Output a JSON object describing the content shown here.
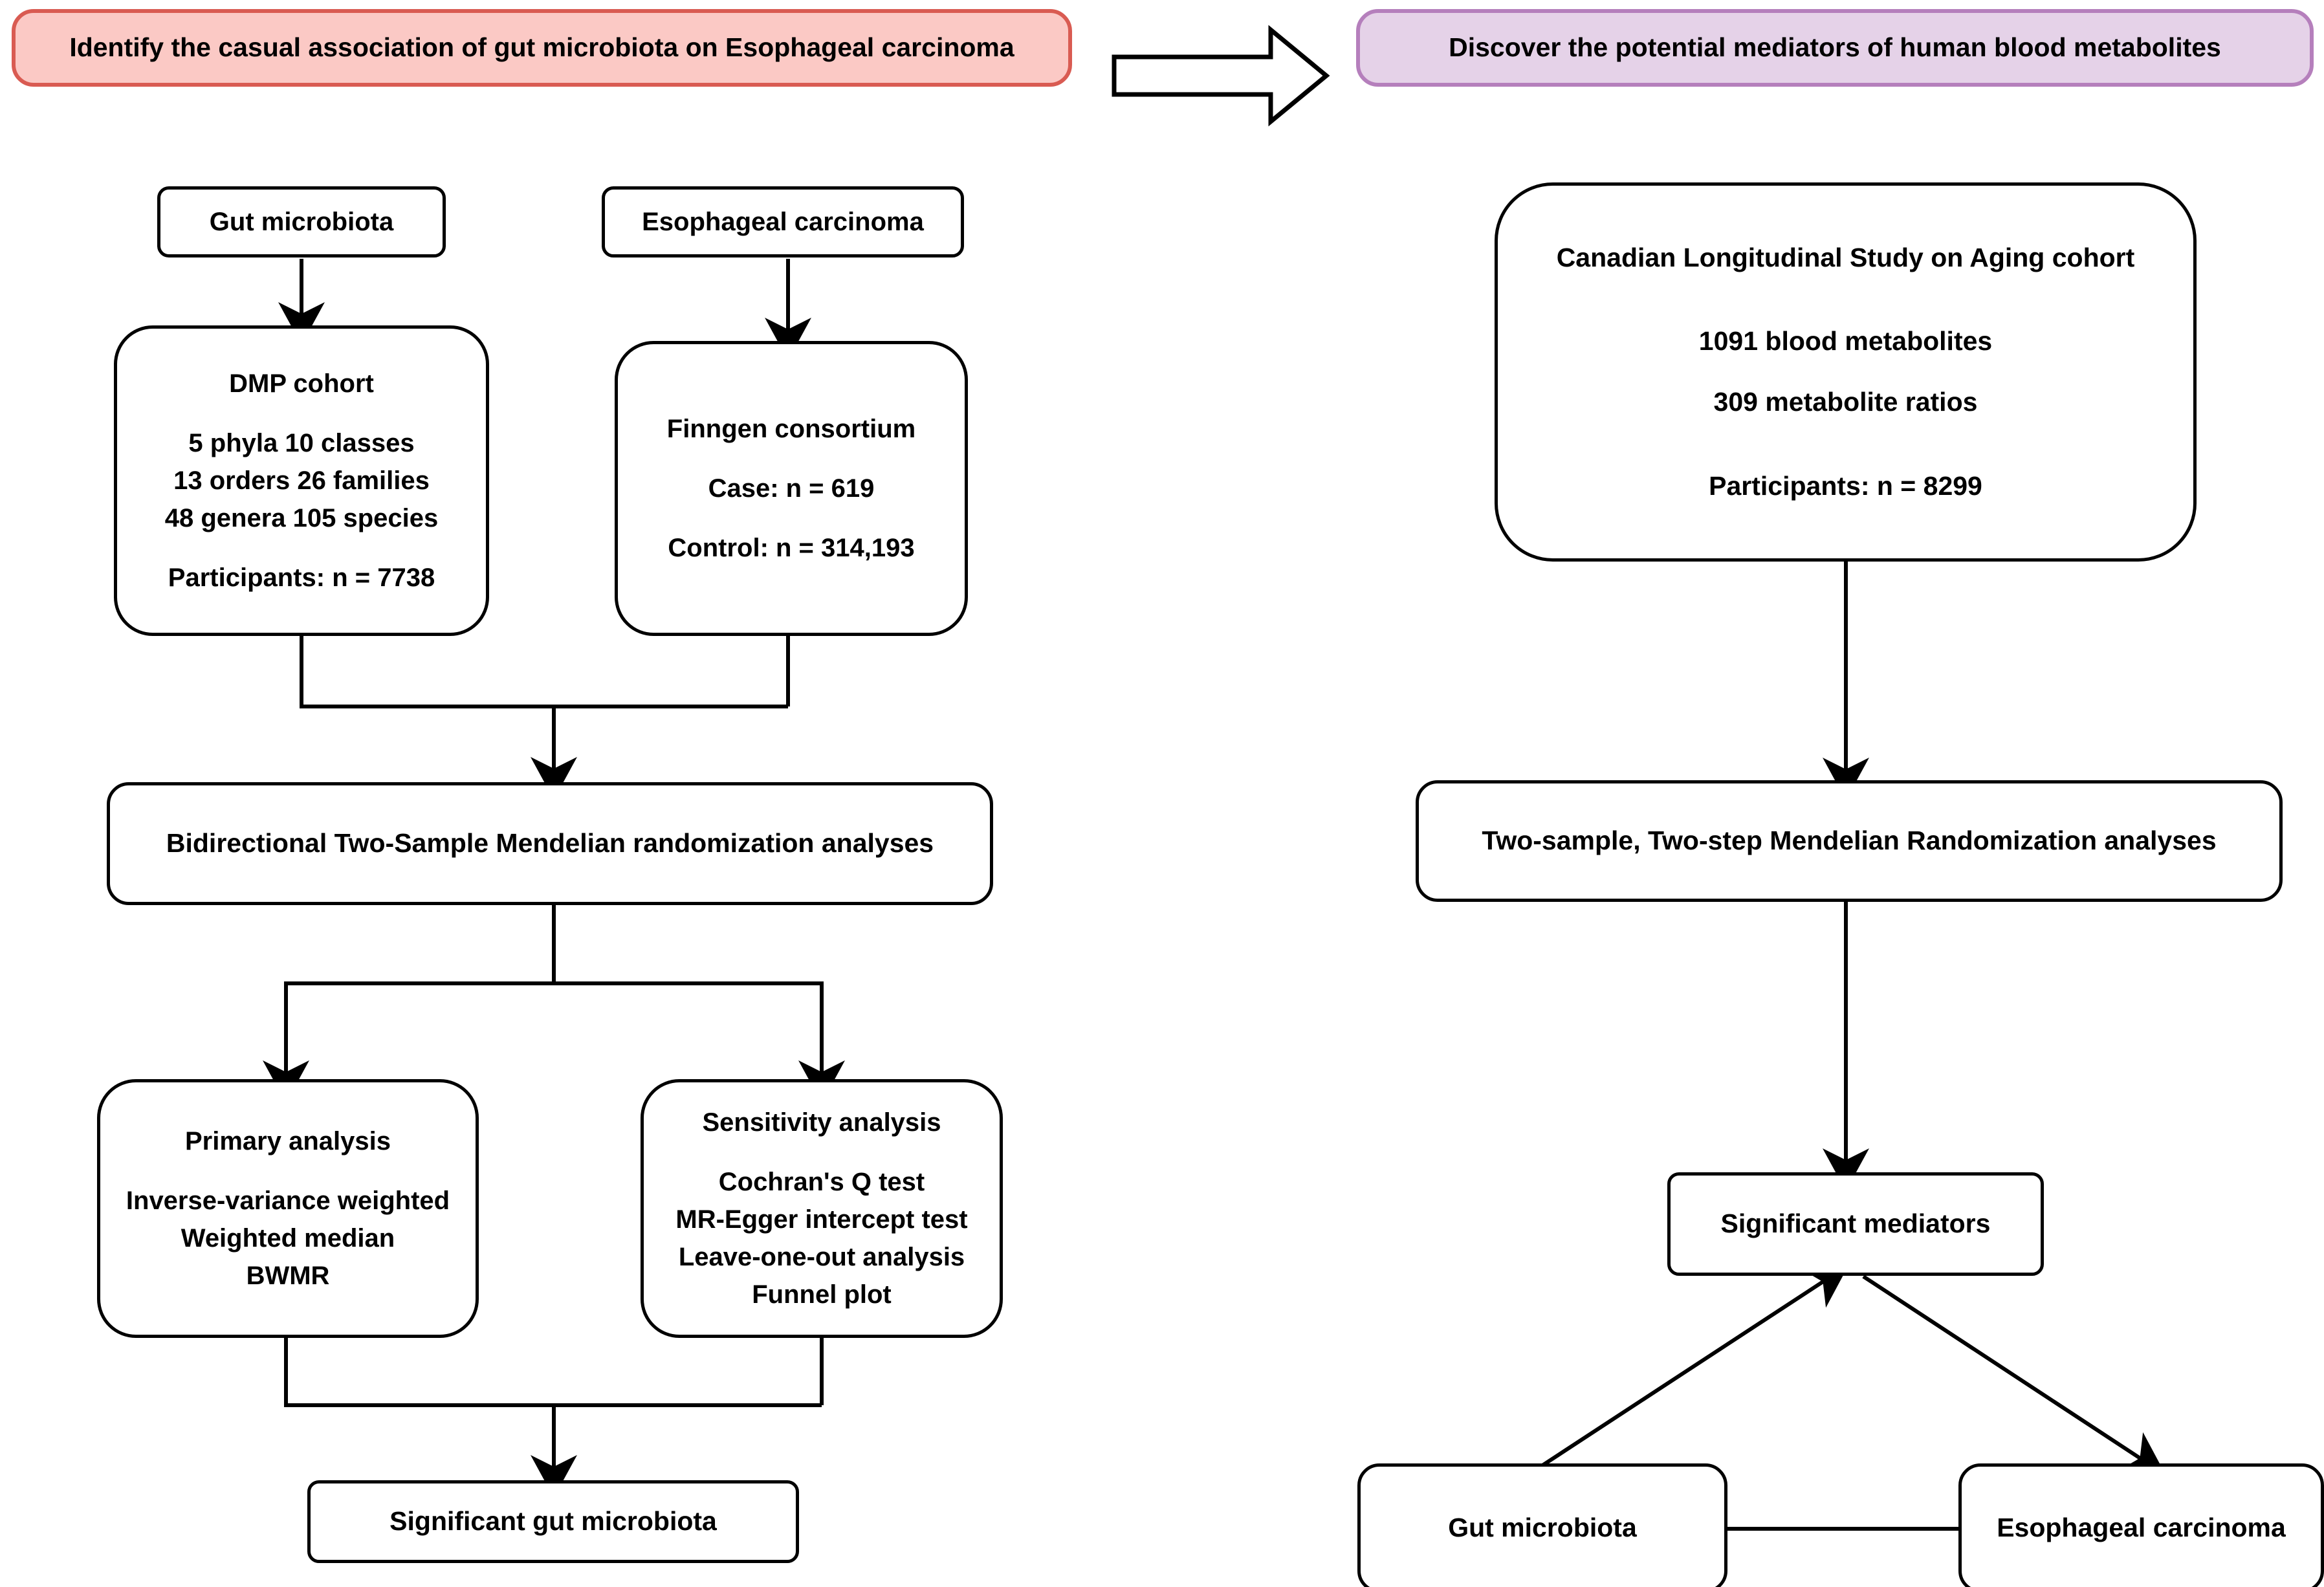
{
  "diagram": {
    "title_left": "Identify the casual association of gut microbiota on Esophageal carcinoma",
    "title_right": "Discover the potential mediators of human blood metabolites",
    "arrow_between_panels": "block-right-arrow"
  },
  "colors": {
    "left_header_fill": "#fbc9c5",
    "left_header_border": "#d95b52",
    "right_header_fill": "#e5d2e8",
    "right_header_border": "#b57fbc",
    "node_fill": "#ffffff",
    "node_border": "#000000",
    "edge": "#000000"
  },
  "left_panel": {
    "exposure_source": "Gut microbiota",
    "outcome_source": "Esophageal carcinoma",
    "exposure_cohort": {
      "title": "DMP cohort",
      "line1": "5 phyla  10 classes",
      "line2": "13 orders 26 families",
      "line3": "48 genera 105 species",
      "participants": "Participants: n = 7738"
    },
    "outcome_cohort": {
      "title": "Finngen consortium",
      "case": "Case: n = 619",
      "control": "Control: n = 314,193"
    },
    "mr_analyses": "Bidirectional Two-Sample Mendelian randomization analyses",
    "primary_analysis": {
      "title": "Primary analysis",
      "methods": [
        "Inverse-variance weighted",
        "Weighted median",
        "BWMR"
      ]
    },
    "sensitivity_analysis": {
      "title": "Sensitivity analysis",
      "methods": [
        "Cochran's Q test",
        "MR-Egger intercept test",
        "Leave-one-out analysis",
        "Funnel plot"
      ]
    },
    "result": "Significant gut microbiota"
  },
  "right_panel": {
    "mediator_cohort": {
      "title": "Canadian Longitudinal Study on Aging cohort",
      "line1": "1091 blood metabolites",
      "line2": "309 metabolite ratios",
      "participants": "Participants: n = 8299"
    },
    "mr_analyses": "Two-sample, Two-step Mendelian Randomization analyses",
    "mediators": "Significant mediators",
    "exposure": "Gut microbiota",
    "outcome": "Esophageal carcinoma"
  }
}
